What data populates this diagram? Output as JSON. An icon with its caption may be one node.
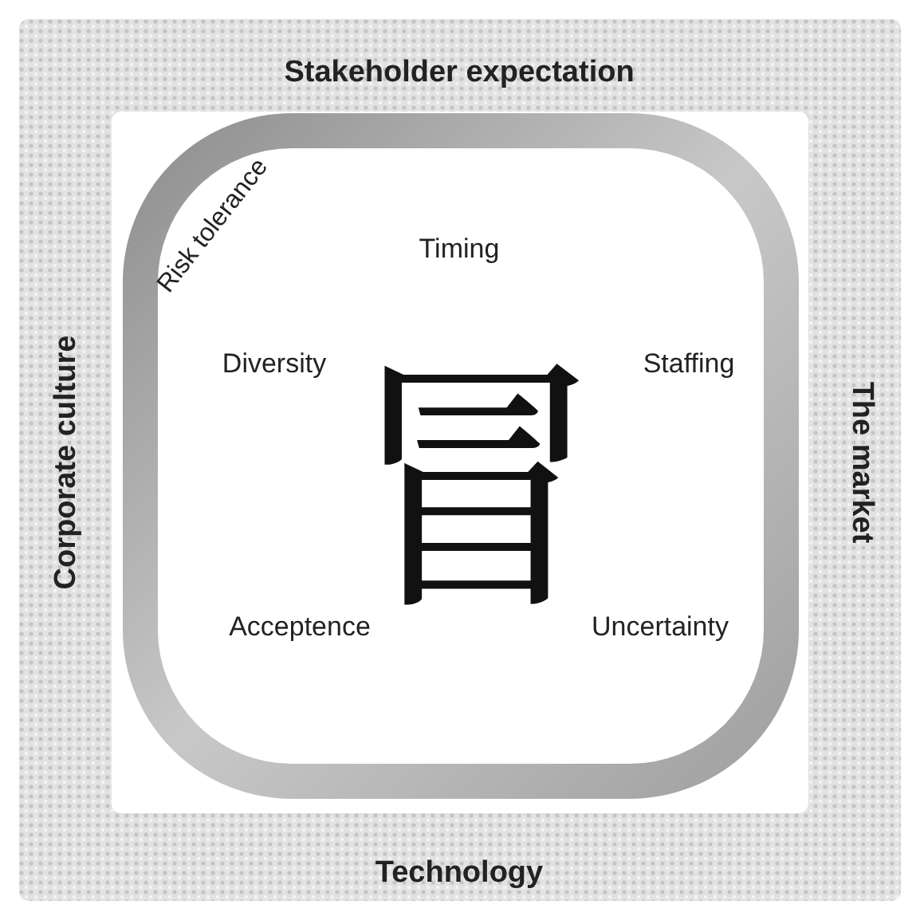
{
  "diagram": {
    "nodes": [
      {
        "text": [
          "Stakeholder expectation",
          "The market",
          "Technology",
          "Corporate culture"
        ]
      },
      {
        "text": [
          "Risk tolerance"
        ],
        "in": 0
      }
    ],
    "labels": [
      "Timing",
      "Diversity",
      "Staffing",
      "冒",
      "Acceptence",
      "Uncertainty"
    ]
  }
}
